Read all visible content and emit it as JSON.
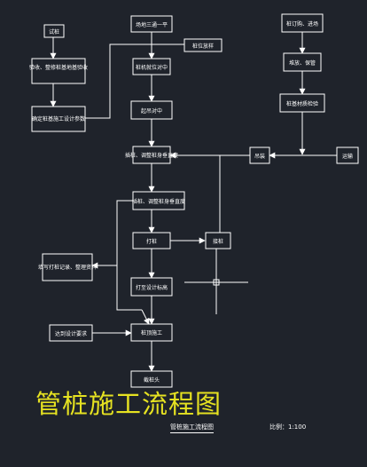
{
  "nodes": {
    "test_pile": "试桩",
    "site_prep": "场地三通一平",
    "acceptance_1": "验收、整修桩基地基验收",
    "design_params": "确定桩基施工设计参数",
    "make_pile": "桩订购、进场",
    "yard_stack": "堆放、保管",
    "field_inspect": "桩基材质检验",
    "survey_layout": "桩位放样",
    "piling_machine": "桩机就位对中",
    "check_verticality": "起吊对中",
    "deliver": "运输",
    "lift": "吊装",
    "position": "插桩、调整桩身垂直度",
    "hammer_first": "打桩",
    "weld": "接桩",
    "record": "填写打桩记录、整理资料",
    "reach_design": "打至设计标高",
    "check_standard": "达到设计要求",
    "pile_in_place": "桩顶施工",
    "cut_head": "截桩头"
  },
  "title": "管桩施工流程图",
  "caption": "管桩施工流程图",
  "scale": "比例：1:100",
  "colors": {
    "line": "#ffffff",
    "background": "#1f232b",
    "title": "#e6e221"
  }
}
